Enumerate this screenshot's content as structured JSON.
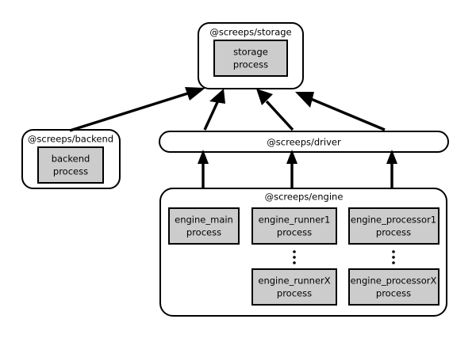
{
  "diagram": {
    "type": "architecture-block-diagram",
    "background_color": "#ffffff",
    "line_color": "#000000",
    "package_fill": "#ffffff",
    "process_fill": "#cccccc",
    "packages": {
      "storage": {
        "label": "@screeps/storage",
        "processes": [
          {
            "name": "storage",
            "line1": "storage",
            "line2": "process"
          }
        ]
      },
      "backend": {
        "label": "@screeps/backend",
        "processes": [
          {
            "name": "backend",
            "line1": "backend",
            "line2": "process"
          }
        ]
      },
      "driver": {
        "label": "@screeps/driver",
        "processes": []
      },
      "engine": {
        "label": "@screeps/engine",
        "processes": [
          {
            "name": "engine_main",
            "line1": "engine_main",
            "line2": "process"
          },
          {
            "name": "engine_runner1",
            "line1": "engine_runner1",
            "line2": "process"
          },
          {
            "name": "engine_processor1",
            "line1": "engine_processor1",
            "line2": "process"
          },
          {
            "name": "engine_runnerX",
            "line1": "engine_runnerX",
            "line2": "process"
          },
          {
            "name": "engine_processorX",
            "line1": "engine_processorX",
            "line2": "process"
          }
        ],
        "continuation_markers": [
          "vertical-ellipsis",
          "vertical-ellipsis"
        ]
      }
    },
    "connections": [
      {
        "from": "backend",
        "to": "storage",
        "style": "solid-arrow"
      },
      {
        "from": "driver",
        "to": "storage",
        "style": "solid-arrow"
      },
      {
        "from": "driver",
        "to": "storage",
        "style": "solid-arrow"
      },
      {
        "from": "driver",
        "to": "storage",
        "style": "solid-arrow"
      },
      {
        "from": "engine",
        "to": "driver",
        "style": "solid-arrow"
      },
      {
        "from": "engine",
        "to": "driver",
        "style": "solid-arrow"
      },
      {
        "from": "engine",
        "to": "driver",
        "style": "solid-arrow"
      }
    ]
  }
}
